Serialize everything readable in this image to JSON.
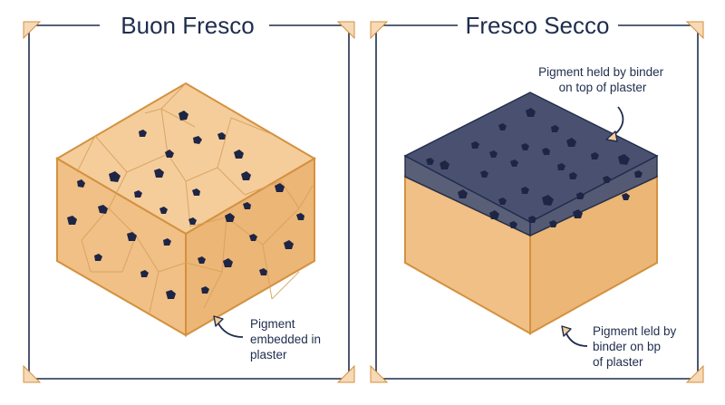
{
  "panels": [
    {
      "id": "buon",
      "title": "Buon Fresco",
      "callout": [
        "Pigment",
        "embedded in",
        "plaster"
      ]
    },
    {
      "id": "secco",
      "title": "Fresco Secco",
      "callout_top": [
        "Pigment held by binder",
        "on top of plaster"
      ],
      "callout_bottom": [
        "Pigment leld by",
        "binder on bp",
        "of plaster"
      ]
    }
  ],
  "colors": {
    "frame": "#1f2d4d",
    "corner_tab": "#f6d9b6",
    "plaster_top": "#f4cd9b",
    "plaster_left": "#f0c086",
    "plaster_right": "#ebb676",
    "plaster_edge": "#d4913f",
    "binder_layer": "#4a5170",
    "pigment": "#1e2545"
  }
}
